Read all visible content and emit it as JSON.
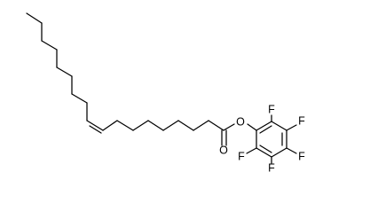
{
  "molecule": {
    "atom_labels": {
      "ester_oxygen": "O",
      "carbonyl_oxygen": "O",
      "fluorine_1": "F",
      "fluorine_2": "F",
      "fluorine_3": "F",
      "fluorine_4": "F",
      "fluorine_5": "F"
    }
  }
}
